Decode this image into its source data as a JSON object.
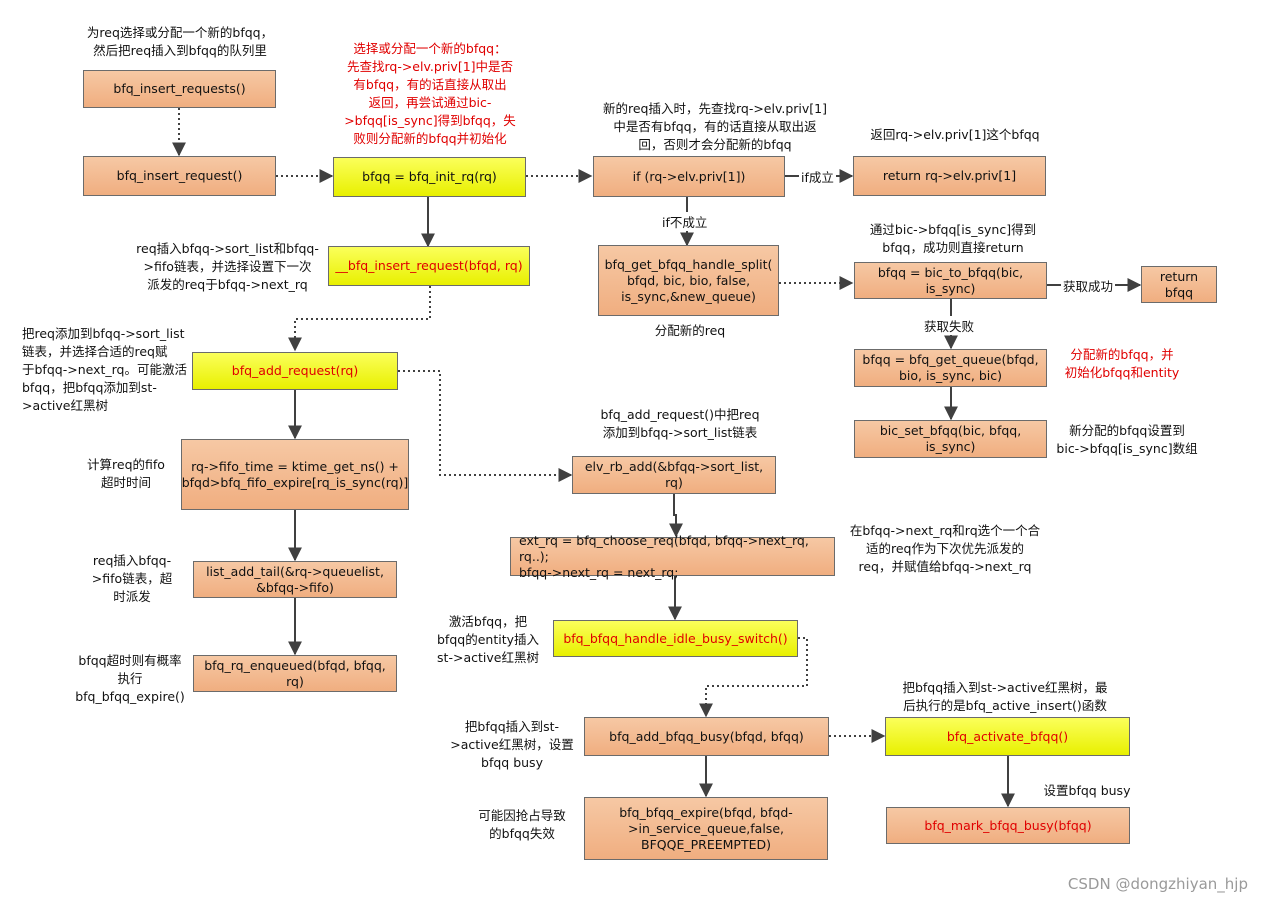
{
  "boxes": {
    "insert_requests": "bfq_insert_requests()",
    "insert_request": "bfq_insert_request()",
    "init_rq": "bfqq = bfq_init_rq(rq)",
    "priv_if": "if (rq->elv.priv[1])",
    "return_priv": "return rq->elv.priv[1]",
    "__insert": "__bfq_insert_request(bfqd, rq)",
    "handle_split": "bfq_get_bfqq_handle_split(\nbfqd, bic, bio, false,\nis_sync,&new_queue)",
    "bic_to": "bfqq = bic_to_bfqq(bic,\nis_sync)",
    "return_bfqq": "return\nbfqq",
    "get_queue": "bfqq = bfq_get_queue(bfqd,\nbio, is_sync, bic)",
    "set_bfqq": "bic_set_bfqq(bic, bfqq,\nis_sync)",
    "add_request": "bfq_add_request(rq)",
    "fifo_time": "rq->fifo_time = ktime_get_ns() +\nbfqd>bfq_fifo_expire[rq_is_sync(rq)]",
    "elv_rb": "elv_rb_add(&bfqq->sort_list, rq)",
    "list_add": "list_add_tail(&rq->queuelist,\n&bfqq->fifo)",
    "choose_req": "ext_rq = bfq_choose_req(bfqd, bfqq->next_rq, rq..);\nbfqq->next_rq = next_rq;",
    "idle_busy": "bfq_bfqq_handle_idle_busy_switch()",
    "rq_enqueued": "bfq_rq_enqueued(bfqd, bfqq,\nrq)",
    "add_busy": "bfq_add_bfqq_busy(bfqd, bfqq)",
    "activate": "bfq_activate_bfqq()",
    "expire": "bfq_bfqq_expire(bfqd, bfqd-\n>in_service_queue,false,\nBFQQE_PREEMPTED)",
    "mark_busy": "bfq_mark_bfqq_busy(bfqq)"
  },
  "notes": {
    "n_top": "为req选择或分配一个新的bfqq，\n然后把req插入到bfqq的队列里",
    "n_init": "选择或分配一个新的bfqq：\n先查找rq->elv.priv[1]中是否\n有bfqq，有的话直接从取出\n返回，再尝试通过bic-\n>bfqq[is_sync]得到bfqq，失\n败则分配新的bfqq并初始化",
    "n_priv": "新的req插入时，先查找rq->elv.priv[1]\n中是否有bfqq，有的话直接从取出返\n回，否则才会分配新的bfqq",
    "n_return": "返回rq->elv.priv[1]这个bfqq",
    "n_insert": "req插入bfqq->sort_list和bfqq-\n>fifo链表，并选择设置下一次\n派发的req于bfqq->next_rq",
    "n_bic": "通过bic->bfqq[is_sync]得到\nbfqq，成功则直接return",
    "n_alloc_req": "分配新的req",
    "n_add_req": "把req添加到bfqq->sort_list\n链表，并选择合适的req赋\n于bfqq->next_rq。可能激活\nbfqq，把bfqq添加到st-\n>active红黑树",
    "n_alloc_bfqq": "分配新的bfqq，并\n初始化bfqq和entity",
    "n_elv": "bfq_add_request()中把req\n添加到bfqq->sort_list链表",
    "n_setbfqq": "新分配的bfqq设置到\nbic->bfqq[is_sync]数组",
    "n_fifo": "计算req的fifo\n超时时间",
    "n_choose": "在bfqq->next_rq和rq选个一个合\n适的req作为下次优先派发的\nreq，并赋值给bfqq->next_rq",
    "n_list": "req插入bfqq-\n>fifo链表，超\n时派发",
    "n_activate": "激活bfqq，把\nbfqq的entity插入\nst->active红黑树",
    "n_expire_prob": "bfqq超时则有概率\n执行\nbfq_bfqq_expire()",
    "n_insert_rb": "把bfqq插入到st->active红黑树，最\n后执行的是bfq_active_insert()函数",
    "n_busy": "把bfqq插入到st-\n>active红黑树，设置\nbfqq  busy",
    "n_setbusy": "设置bfqq  busy",
    "n_fail": "可能因抢占导致\n的bfqq失效"
  },
  "labels": {
    "if_ok": "if成立",
    "if_not": "if不成立",
    "get_ok": "获取成功",
    "get_fail": "获取失败"
  },
  "watermark": "CSDN @dongzhiyan_hjp",
  "colors": {
    "box_fill": "#f0ae80",
    "highlight_fill": "#e8f000",
    "note_red": "#e00000",
    "arrow": "#404040"
  }
}
